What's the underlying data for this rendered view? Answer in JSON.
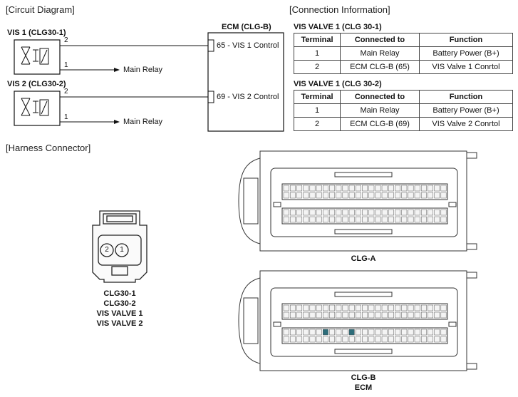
{
  "circuit": {
    "title": "[Circuit Diagram]",
    "vis1_label": "VIS 1 (CLG30-1)",
    "vis2_label": "VIS 2 (CLG30-2)",
    "pin2": "2",
    "pin1": "1",
    "main_relay": "Main Relay",
    "ecm_label": "ECM (CLG-B)",
    "ecm_pin1": "65 - VIS 1 Control",
    "ecm_pin2": "69 - VIS 2 Control"
  },
  "connection": {
    "title": "[Connection Information]",
    "headers": [
      "Terminal",
      "Connected to",
      "Function"
    ],
    "tables": [
      {
        "title": "VIS VALVE 1 (CLG 30-1)",
        "rows": [
          [
            "1",
            "Main Relay",
            "Battery Power (B+)"
          ],
          [
            "2",
            "ECM CLG-B (65)",
            "VIS Valve 1 Conrtol"
          ]
        ]
      },
      {
        "title": "VIS VALVE 1 (CLG 30-2)",
        "rows": [
          [
            "1",
            "Main Relay",
            "Battery Power (B+)"
          ],
          [
            "2",
            "ECM CLG-B (69)",
            "VIS Valve 2 Conrtol"
          ]
        ]
      }
    ]
  },
  "harness": {
    "title": "[Harness Connector]",
    "small_pins": [
      "2",
      "1"
    ],
    "small_caption": [
      "CLG30-1",
      "CLG30-2",
      "VIS VALVE 1",
      "VIS VALVE 2"
    ],
    "clg_a": "CLG-A",
    "clg_b": "CLG-B",
    "ecm": "ECM"
  },
  "colors": {
    "line": "#111111",
    "highlight_pin": "#2d6d7a"
  }
}
